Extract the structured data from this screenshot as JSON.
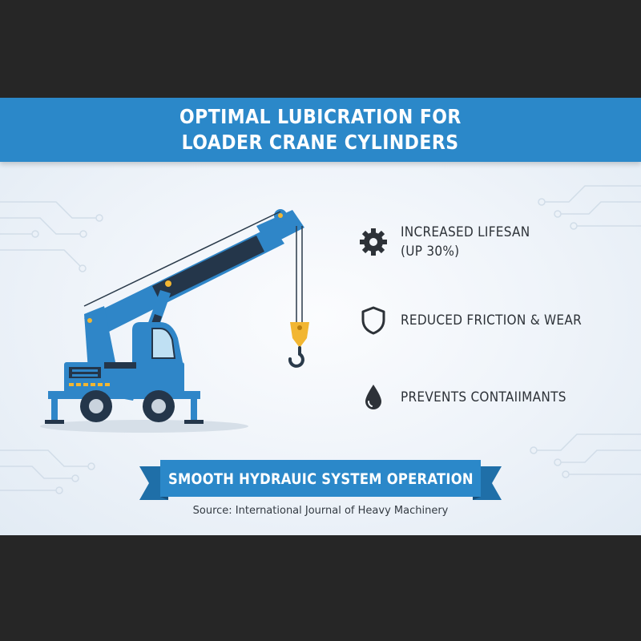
{
  "header": {
    "title_line1": "OPTIMAL LUBICRATION FOR",
    "title_line2": "LOADER CRANE CYLINDERS"
  },
  "features": [
    {
      "icon": "gear-icon",
      "line1": "INCREASED LIFESAN",
      "line2": "(UP 30%)"
    },
    {
      "icon": "shield-icon",
      "line1": "REDUCED FRICTION & WEAR",
      "line2": ""
    },
    {
      "icon": "droplet-icon",
      "line1": "PREVENTS CONTAIIMANTS",
      "line2": ""
    }
  ],
  "banner": {
    "text": "SMOOTH HYDRAUIC SYSTEM OPERATION"
  },
  "source": "Source: International Journal of Heavy Machinery",
  "colors": {
    "accent_blue": "#2b88c9",
    "crane_blue": "#2f86c8",
    "hook_yellow": "#f2b632",
    "dark": "#262626"
  }
}
